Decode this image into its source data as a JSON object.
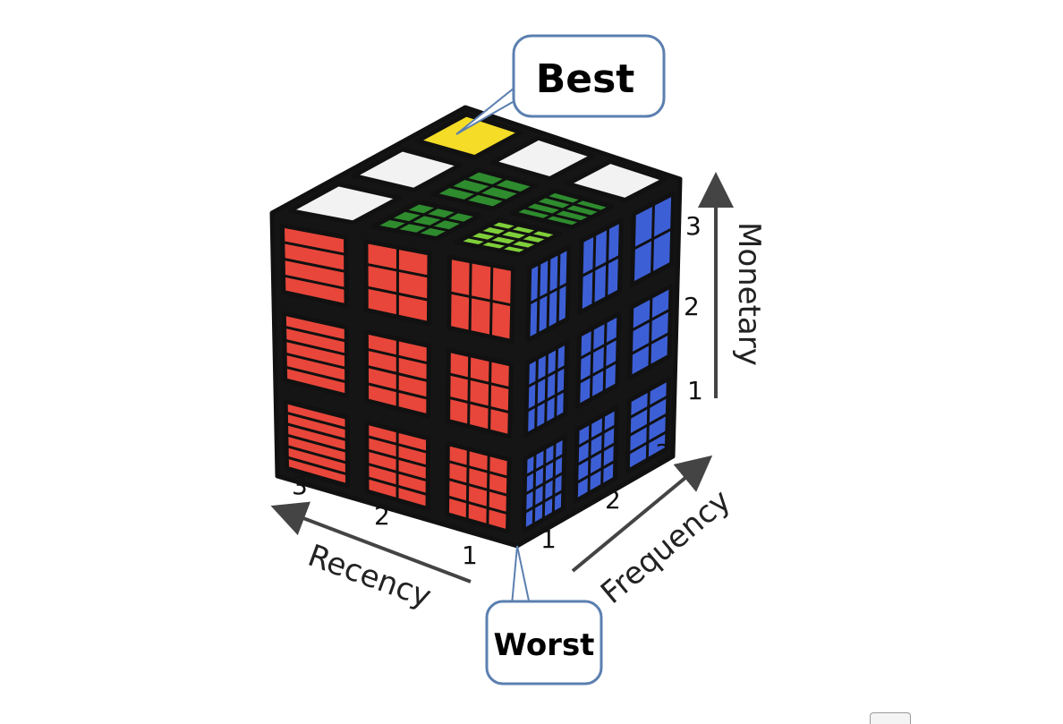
{
  "callouts": {
    "best": "Best",
    "worst": "Worst"
  },
  "axes": {
    "monetary": {
      "name": "Monetary",
      "ticks": [
        "1",
        "2",
        "3"
      ]
    },
    "frequency": {
      "name": "Frequency",
      "ticks": [
        "1",
        "2",
        "3"
      ]
    },
    "recency": {
      "name": "Recency",
      "ticks": [
        "1",
        "2",
        "3"
      ]
    }
  },
  "colors": {
    "front_face": "#e8463a",
    "right_face": "#3d5fd6",
    "top_face": "#2e8b2e",
    "best_cell": "#f4dc27",
    "worst_cell": "#7fcf3a",
    "white_cells": "#f2f2f2"
  },
  "icons": {
    "corner": "image-options-icon"
  }
}
